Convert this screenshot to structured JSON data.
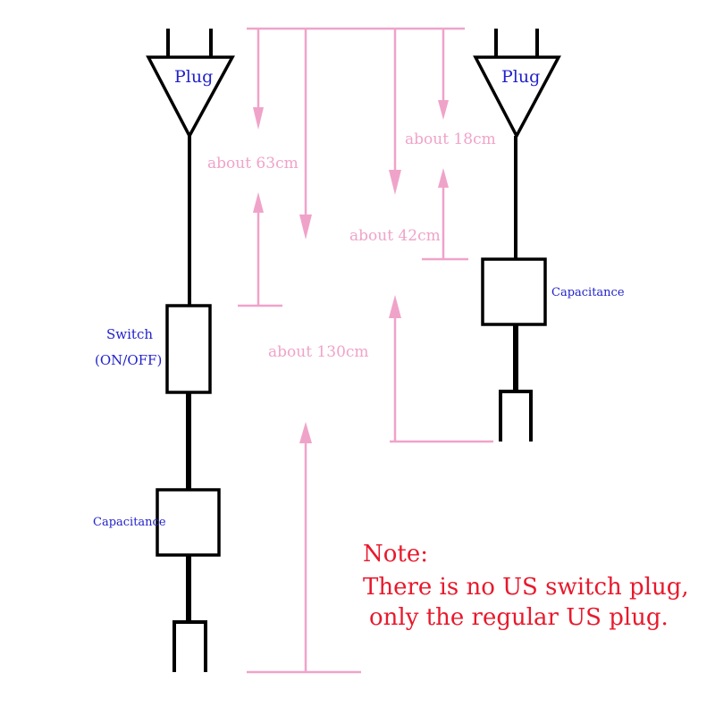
{
  "colors": {
    "wire": "#000000",
    "dimension": "#f0a3c9",
    "component_text": "#2222cc",
    "note_text": "#e8192c"
  },
  "left_cord": {
    "plug_label": "Plug",
    "switch_label_line1": "Switch",
    "switch_label_line2": "(ON/OFF)",
    "capacitance_label": "Capacitance"
  },
  "right_cord": {
    "plug_label": "Plug",
    "capacitance_label": "Capacitance"
  },
  "dimensions": {
    "plug_to_switch": "about 63cm",
    "total_length": "about 130cm",
    "plug_to_capacitance": "about 18cm",
    "capacitance_to_end": "about 42cm"
  },
  "note": {
    "heading": "Note:",
    "line1": "There is no US switch plug,",
    "line2": "only the regular US plug."
  }
}
